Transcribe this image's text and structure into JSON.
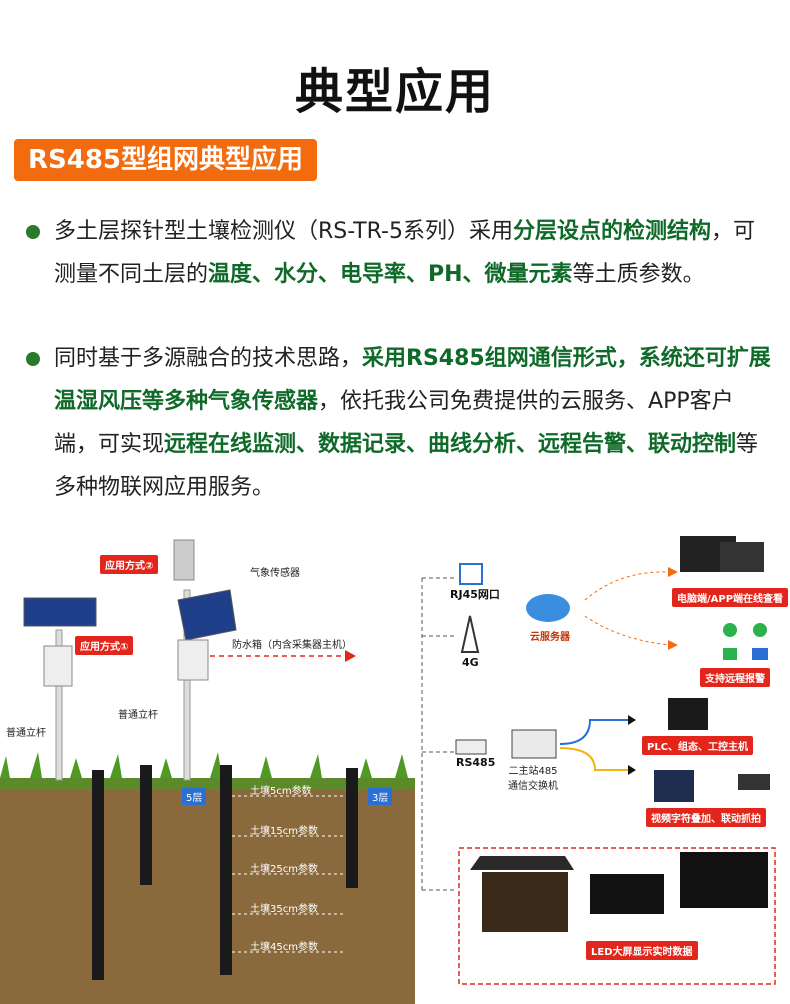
{
  "title": "典型应用",
  "subtitle": "RS485型组网典型应用",
  "bullets": [
    {
      "segments": [
        {
          "t": "多土层探针型土壤检测仪（RS-TR-5系列）采用",
          "hl": false
        },
        {
          "t": "分层设点的检测结构",
          "hl": true
        },
        {
          "t": "，可测量不同土层的",
          "hl": false
        },
        {
          "t": "温度、水分、电导率、PH、微量元素",
          "hl": true
        },
        {
          "t": "等土质参数。",
          "hl": false
        }
      ]
    },
    {
      "segments": [
        {
          "t": "同时基于多源融合的技术思路，",
          "hl": false
        },
        {
          "t": "采用RS485组网通信形式，系统还可扩展温湿风压等多种气象传感器",
          "hl": true
        },
        {
          "t": "，依托我公司免费提供的云服务、APP客户端，可实现",
          "hl": false
        },
        {
          "t": "远程在线监测、数据记录、曲线分析、远程告警、联动控制",
          "hl": true
        },
        {
          "t": "等多种物联网应用服务。",
          "hl": false
        }
      ]
    }
  ],
  "diagram": {
    "mode2": "应用方式②",
    "mode1": "应用方式①",
    "weather_sensor": "气象传感器",
    "box": "防水箱（内含采集器主机）",
    "pole_left": "普通立杆",
    "pole_mid": "普通立杆",
    "layers5": "5层",
    "layers3": "3层",
    "depths": [
      "土壤5cm参数",
      "土壤15cm参数",
      "土壤25cm参数",
      "土壤35cm参数",
      "土壤45cm参数"
    ],
    "rj45": "RJ45网口",
    "net4g": "4G",
    "cloud": "云服务器",
    "pc_app": "电脑端/APP端在线查看",
    "alarm": "支持远程报警",
    "rs485": "RS485",
    "switch": "二主站485\n通信交换机",
    "plc": "PLC、组态、工控主机",
    "video": "视频字符叠加、联动抓拍",
    "led": "LED大屏显示实时数据"
  },
  "colors": {
    "accent": "#f26b0f",
    "highlight": "#0f6a2a",
    "alert_red": "#e3261b"
  }
}
